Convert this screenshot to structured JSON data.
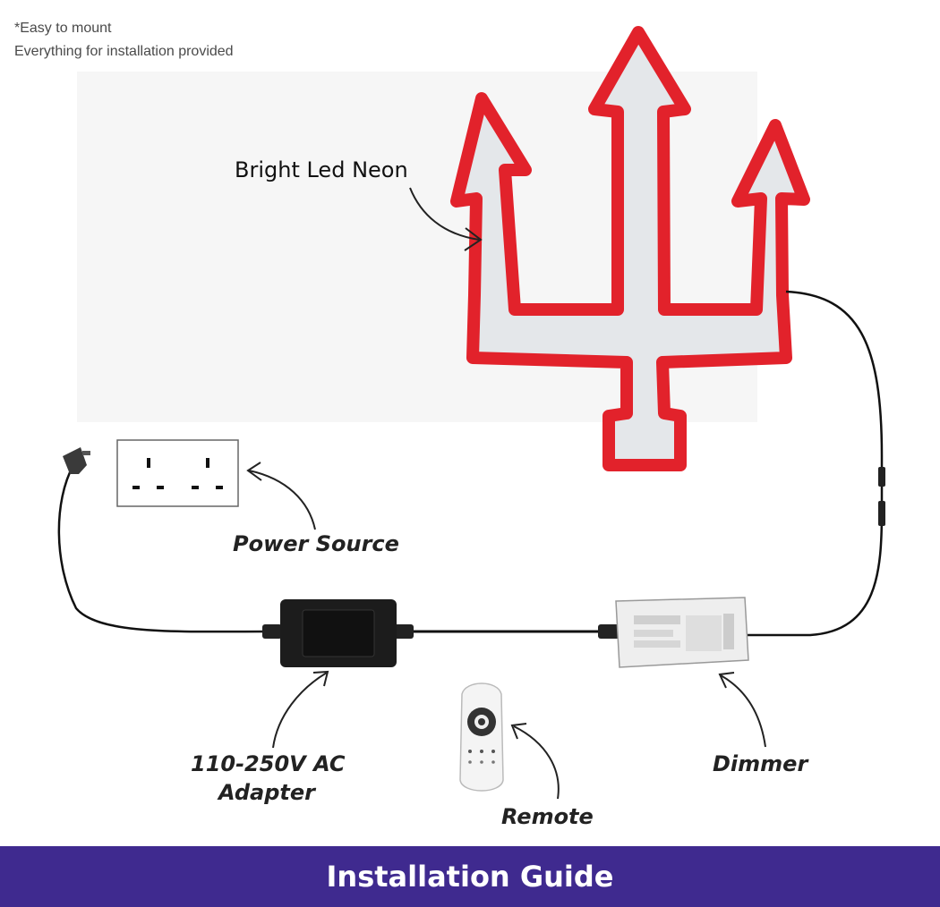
{
  "notes": {
    "line1": "*Easy to mount",
    "line2": "Everything for installation provided"
  },
  "labels": {
    "neon": "Bright Led Neon",
    "power_source": "Power Source",
    "adapter_line1": "110-250V AC",
    "adapter_line2": "Adapter",
    "remote": "Remote",
    "dimmer": "Dimmer"
  },
  "footer": {
    "title": "Installation Guide"
  },
  "colors": {
    "neon_outline": "#e2222b",
    "neon_fill": "#e4e7ea",
    "banner": "#3f2a8f"
  }
}
